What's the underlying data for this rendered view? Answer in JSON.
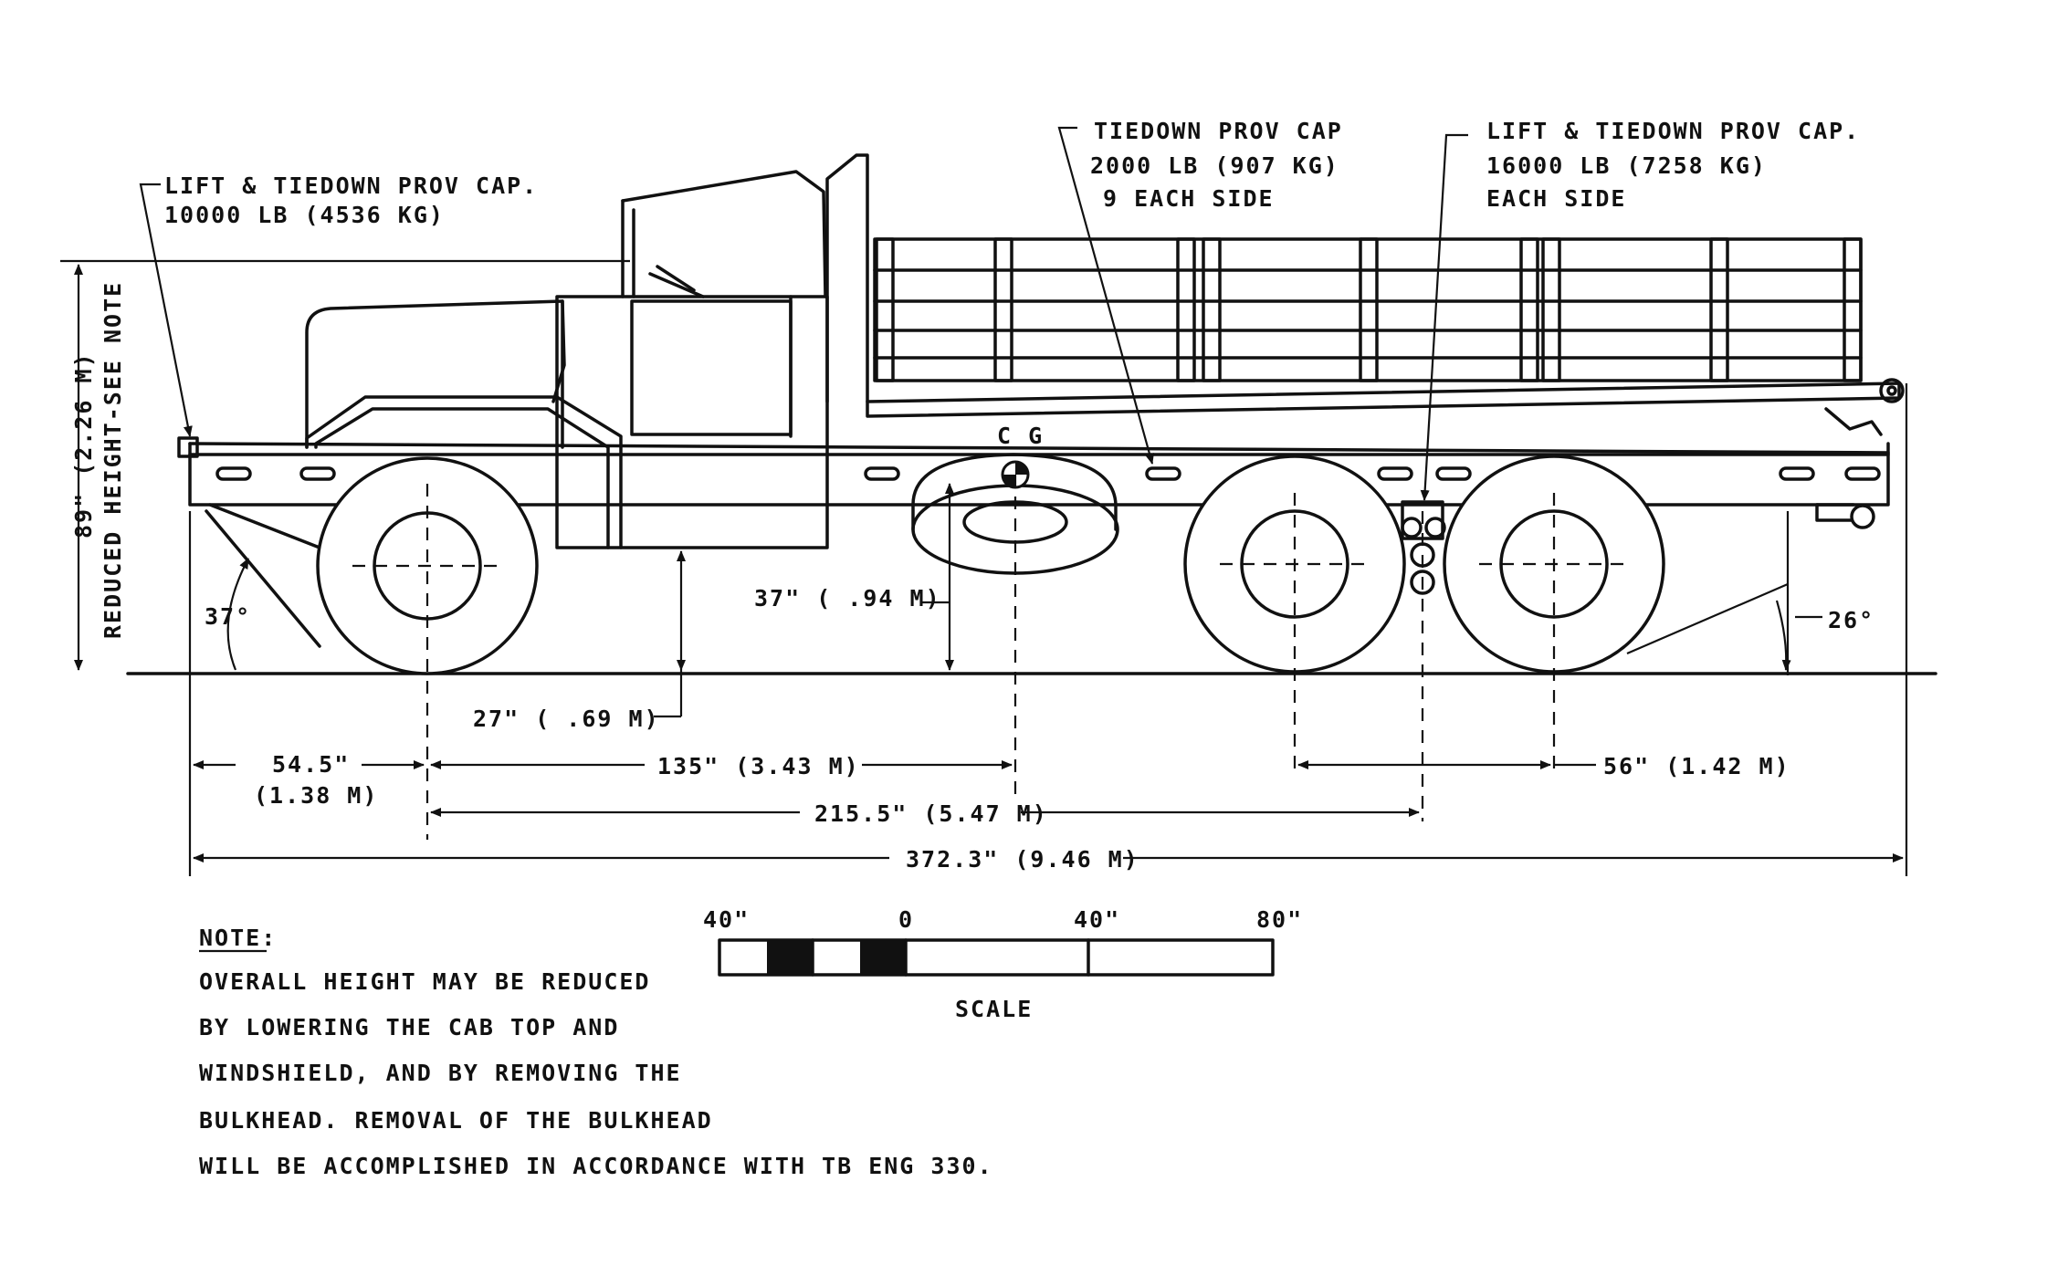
{
  "callouts": {
    "front_lift": [
      "LIFT & TIEDOWN PROV CAP.",
      "10000 LB (4536 KG)"
    ],
    "mid_tiedown": [
      "TIEDOWN PROV CAP",
      "2000 LB (907 KG)",
      "9 EACH SIDE"
    ],
    "rear_lift": [
      "LIFT & TIEDOWN PROV CAP.",
      "16000 LB (7258 KG)",
      "EACH SIDE"
    ],
    "cg": "C G"
  },
  "dimensions": {
    "height": "89\" (2.26 M)",
    "height_note": "REDUCED HEIGHT-SEE NOTE",
    "approach_angle": "37°",
    "departure_angle": "26°",
    "cg_height": "37\" ( .94 M)",
    "ground_clearance": "27\" ( .69 M)",
    "front_overhang": [
      "54.5\"",
      "(1.38 M)"
    ],
    "front_axle_to_cg": "135\" (3.43 M)",
    "wheelbase": "215.5\" (5.47 M)",
    "tandem_spacing": "56\" (1.42 M)",
    "overall_length": "372.3\" (9.46 M)"
  },
  "scale": {
    "ticks": [
      "40\"",
      "0",
      "40\"",
      "80\""
    ],
    "label": "SCALE",
    "colors": {
      "ink": "#111111",
      "paper": "#ffffff"
    }
  },
  "note": {
    "heading": "NOTE:",
    "lines": [
      "OVERALL HEIGHT MAY BE REDUCED",
      "BY LOWERING THE CAB TOP AND",
      "WINDSHIELD, AND BY REMOVING THE",
      "BULKHEAD. REMOVAL OF THE BULKHEAD",
      "WILL BE ACCOMPLISHED IN ACCORDANCE WITH TB ENG 330."
    ]
  }
}
